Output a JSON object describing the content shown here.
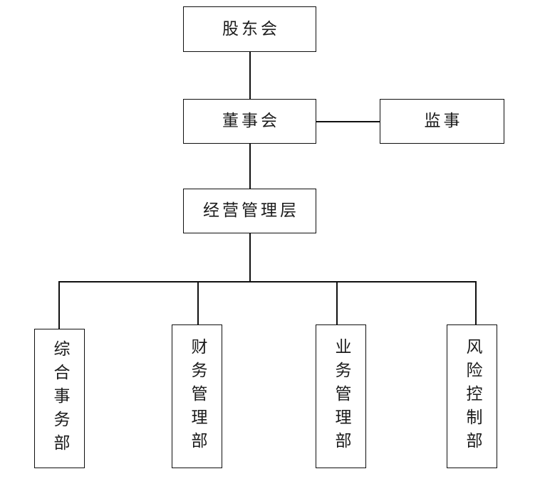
{
  "diagram": {
    "type": "organization-chart",
    "title": "",
    "orientation": "top-down",
    "line_color": "#101010",
    "box_border_color": "#0f0f0f",
    "background_color": "#ffffff",
    "nodes": [
      {
        "id": "shareholders",
        "label": "股东会",
        "level": 1,
        "text_direction": "horizontal"
      },
      {
        "id": "board",
        "label": "董事会",
        "level": 2,
        "text_direction": "horizontal"
      },
      {
        "id": "supervisor",
        "label": "监事",
        "level": 2,
        "text_direction": "horizontal"
      },
      {
        "id": "management",
        "label": "经营管理层",
        "level": 3,
        "text_direction": "horizontal"
      },
      {
        "id": "general-affairs",
        "label": "综合事务部",
        "level": 4,
        "text_direction": "vertical"
      },
      {
        "id": "financial-management",
        "label": "财务管理部",
        "level": 4,
        "text_direction": "vertical"
      },
      {
        "id": "business-management",
        "label": "业务管理部",
        "level": 4,
        "text_direction": "vertical"
      },
      {
        "id": "risk-control",
        "label": "风险控制部",
        "level": 4,
        "text_direction": "vertical"
      }
    ],
    "edges": [
      {
        "from": "shareholders",
        "to": "board",
        "style": "vertical"
      },
      {
        "from": "board",
        "to": "supervisor",
        "style": "horizontal"
      },
      {
        "from": "board",
        "to": "management",
        "style": "vertical"
      },
      {
        "from": "management",
        "to": "general-affairs",
        "style": "elbow"
      },
      {
        "from": "management",
        "to": "financial-management",
        "style": "elbow"
      },
      {
        "from": "management",
        "to": "business-management",
        "style": "elbow"
      },
      {
        "from": "management",
        "to": "risk-control",
        "style": "elbow"
      }
    ]
  }
}
